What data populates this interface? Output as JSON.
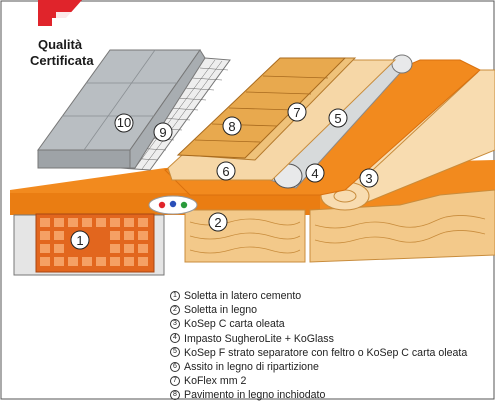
{
  "brand": {
    "line1": "Qualità",
    "line2": "Certificata",
    "logo_color": "#e0242b"
  },
  "callouts": [
    "1",
    "2",
    "3",
    "4",
    "5",
    "6",
    "7",
    "8",
    "9",
    "10"
  ],
  "legend": [
    {
      "num": "1",
      "text": "Soletta in latero cemento"
    },
    {
      "num": "2",
      "text": "Soletta in legno"
    },
    {
      "num": "3",
      "text": "KoSep C carta oleata"
    },
    {
      "num": "4",
      "text": "Impasto SugheroLite + KoGlass"
    },
    {
      "num": "5",
      "text": "KoSep F strato separatore con feltro o KoSep C carta oleata"
    },
    {
      "num": "6",
      "text": "Assito in legno di ripartizione"
    },
    {
      "num": "7",
      "text": "KoFlex mm 2"
    },
    {
      "num": "8",
      "text": "Pavimento in legno inchiodato"
    }
  ],
  "colors": {
    "orange": "#f28a1e",
    "orange_dark": "#d9700e",
    "wood": "#f3c98a",
    "wood_dark": "#d9a052",
    "brick": "#e2661e",
    "concrete": "#c9c9c9",
    "tile": "#b9bec2"
  }
}
